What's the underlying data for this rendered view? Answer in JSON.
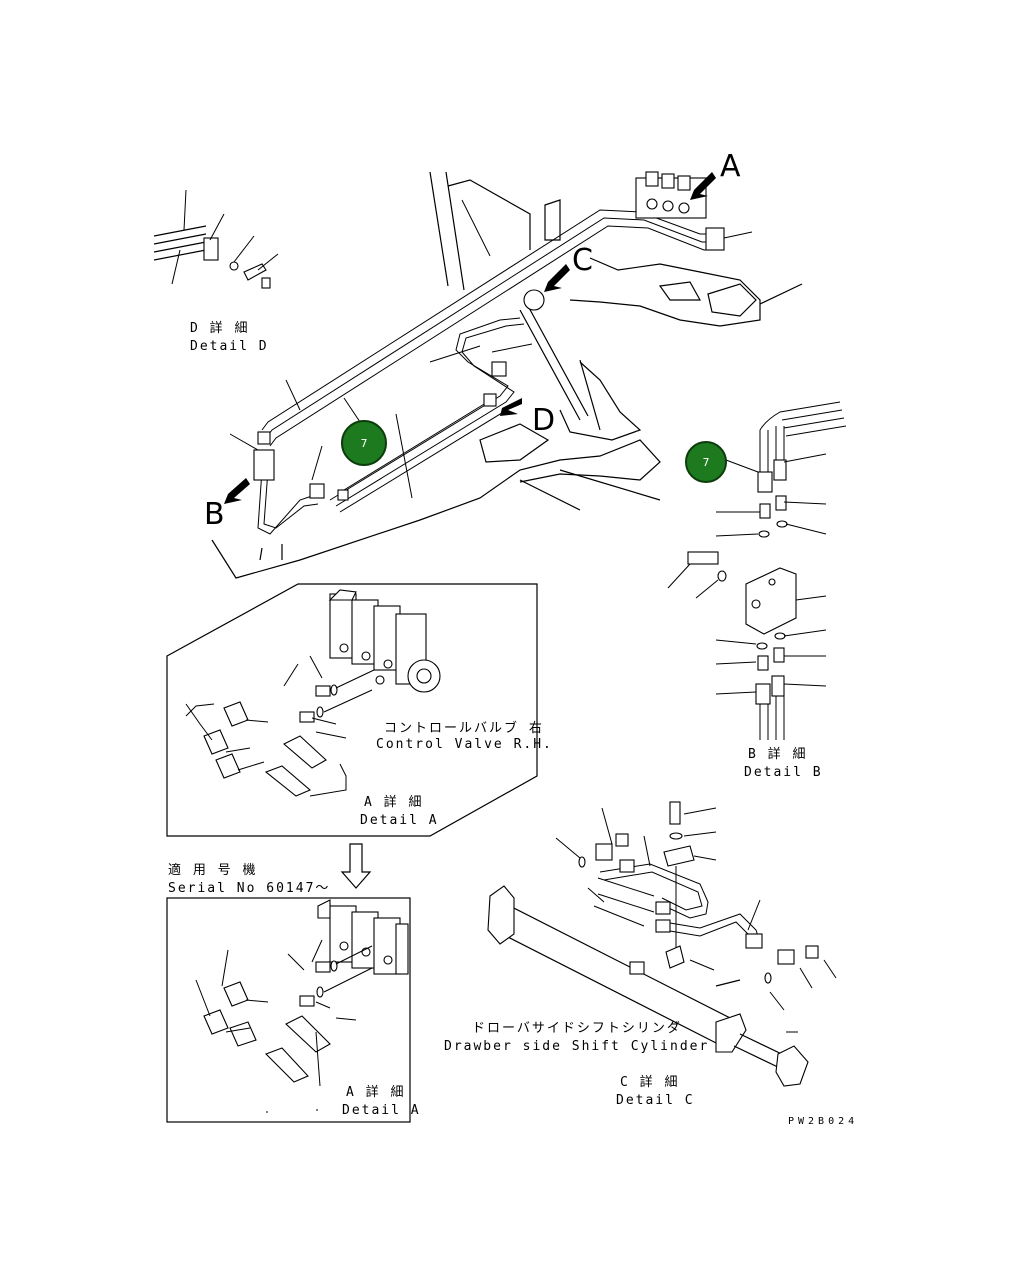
{
  "drawing_code": "PW2B024",
  "view_letters": {
    "a": "A",
    "b": "B",
    "c": "C",
    "d": "D"
  },
  "detail_d": {
    "jp": "D 詳 細",
    "en": "Detail D"
  },
  "detail_b": {
    "jp": "B 詳 細",
    "en": "Detail B"
  },
  "detail_a": {
    "jp": "A 詳 細",
    "en": "Detail A"
  },
  "detail_a2": {
    "jp": "A 詳 細",
    "en": "Detail A"
  },
  "detail_c": {
    "jp": "C 詳 細",
    "en": "Detail C"
  },
  "control_valve": {
    "jp": "コントロールバルブ 右",
    "en": "Control Valve R.H."
  },
  "serial_note": {
    "jp": "適 用 号 機",
    "en": "Serial No 60147〜"
  },
  "cylinder": {
    "jp": "ドローバサイドシフトシリンダ",
    "en": "Drawber side Shift Cylinder"
  },
  "callouts": [
    {
      "label": "7"
    },
    {
      "label": "7"
    }
  ],
  "colors": {
    "callout_fill": "#1e7a1e",
    "line": "#000000"
  }
}
